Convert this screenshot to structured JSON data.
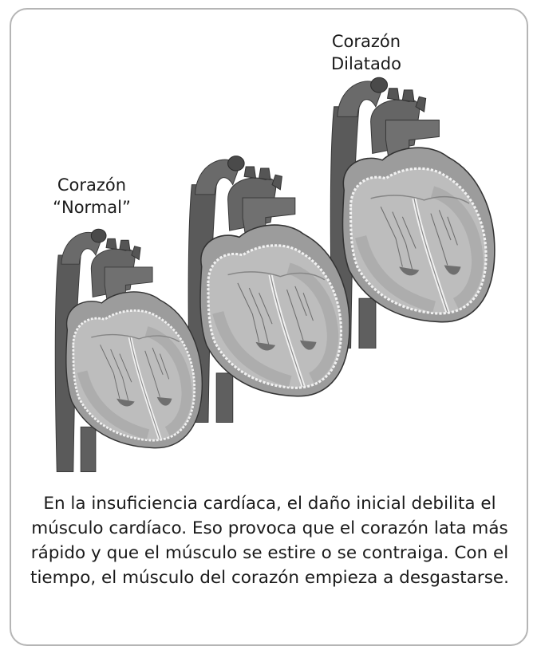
{
  "labels": {
    "normal": [
      "Corazón",
      "“Normal”"
    ],
    "dilated": [
      "Corazón",
      "Dilatado"
    ]
  },
  "caption_lines": [
    "En la insuficiencia cardíaca, el daño inicial debilita el",
    "músculo cardíaco. Eso provoca que el corazón lata más",
    "rápido y que el músculo se estire o se contraiga. Con el",
    "tiempo, el músculo del corazón empieza a desgastarse."
  ],
  "colors": {
    "frame_border": "#b5b5b5",
    "vessel_dark": "#555555",
    "vessel_mid": "#6b6b6b",
    "heart_fill": "#bdbdbd",
    "heart_inner": "#a9a9a9",
    "wall_outline": "#f2f2f2"
  }
}
